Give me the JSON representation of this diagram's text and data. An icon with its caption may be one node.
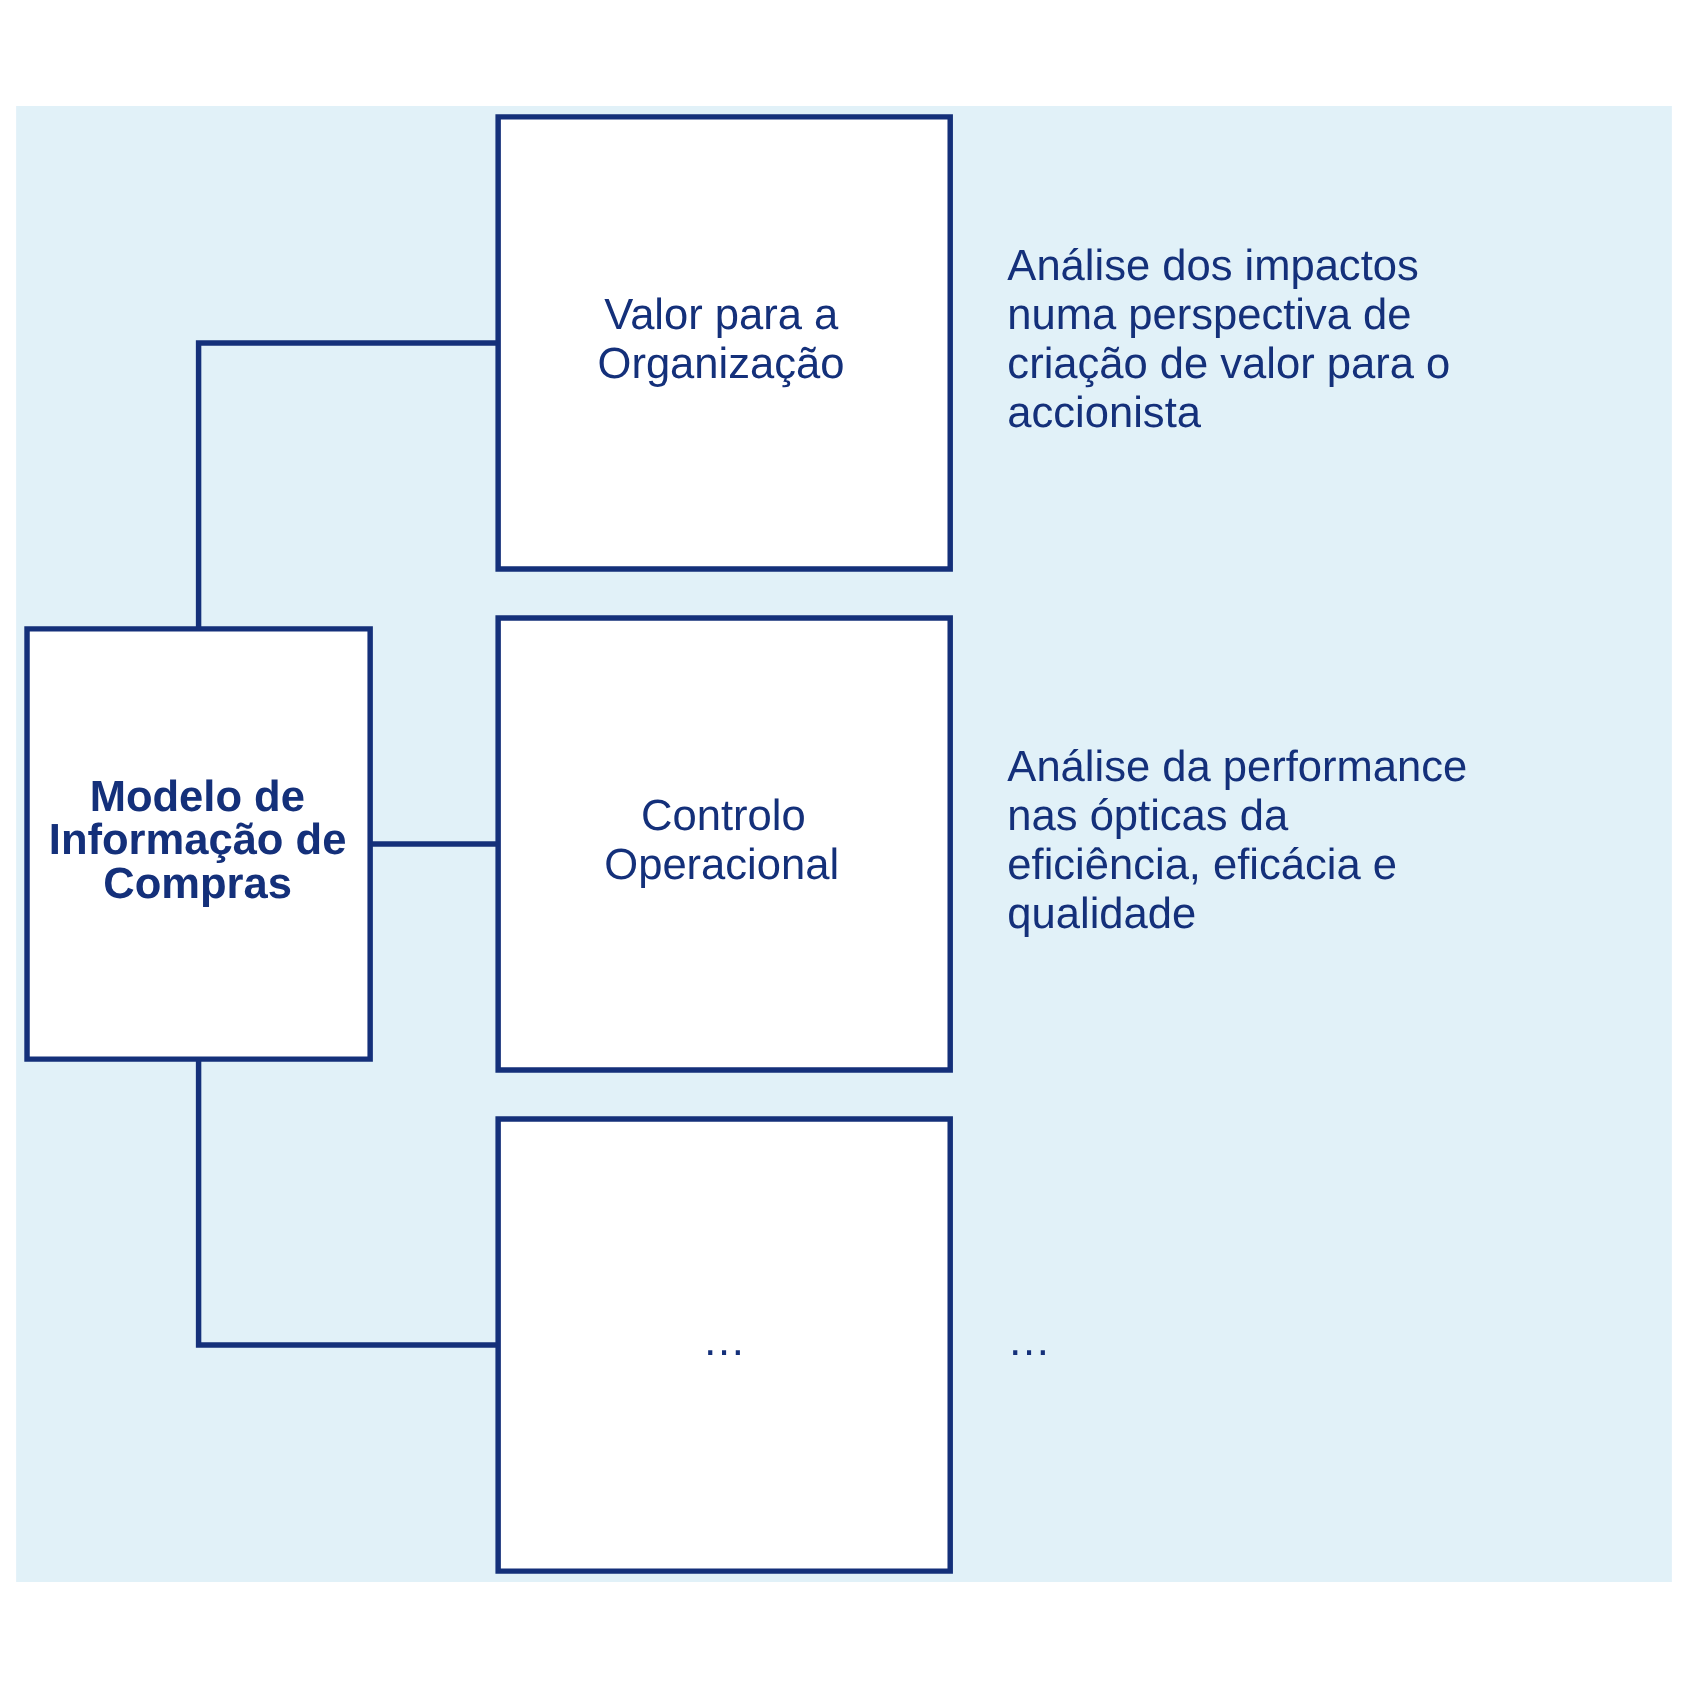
{
  "diagram": {
    "nodes": [
      {
        "text": [
          "Modelo de Informação de Compras"
        ]
      },
      {
        "text": [
          "Valor para a Organização"
        ],
        "beside": [
          "Análise dos impactos numa perspectiva de criação de valor para o accionista"
        ]
      },
      {
        "text": [
          "Controlo Operacional"
        ],
        "beside": [
          "Análise da performance nas ópticas da eficiência, eficácia e qualidade"
        ]
      },
      {
        "text": [
          "…"
        ],
        "beside": [
          "…"
        ]
      }
    ],
    "edges": [
      {
        "from": 0,
        "to": 1,
        "arrow": "none"
      },
      {
        "from": 0,
        "to": 2,
        "arrow": "none"
      },
      {
        "from": 0,
        "to": 3,
        "arrow": "none"
      }
    ]
  }
}
